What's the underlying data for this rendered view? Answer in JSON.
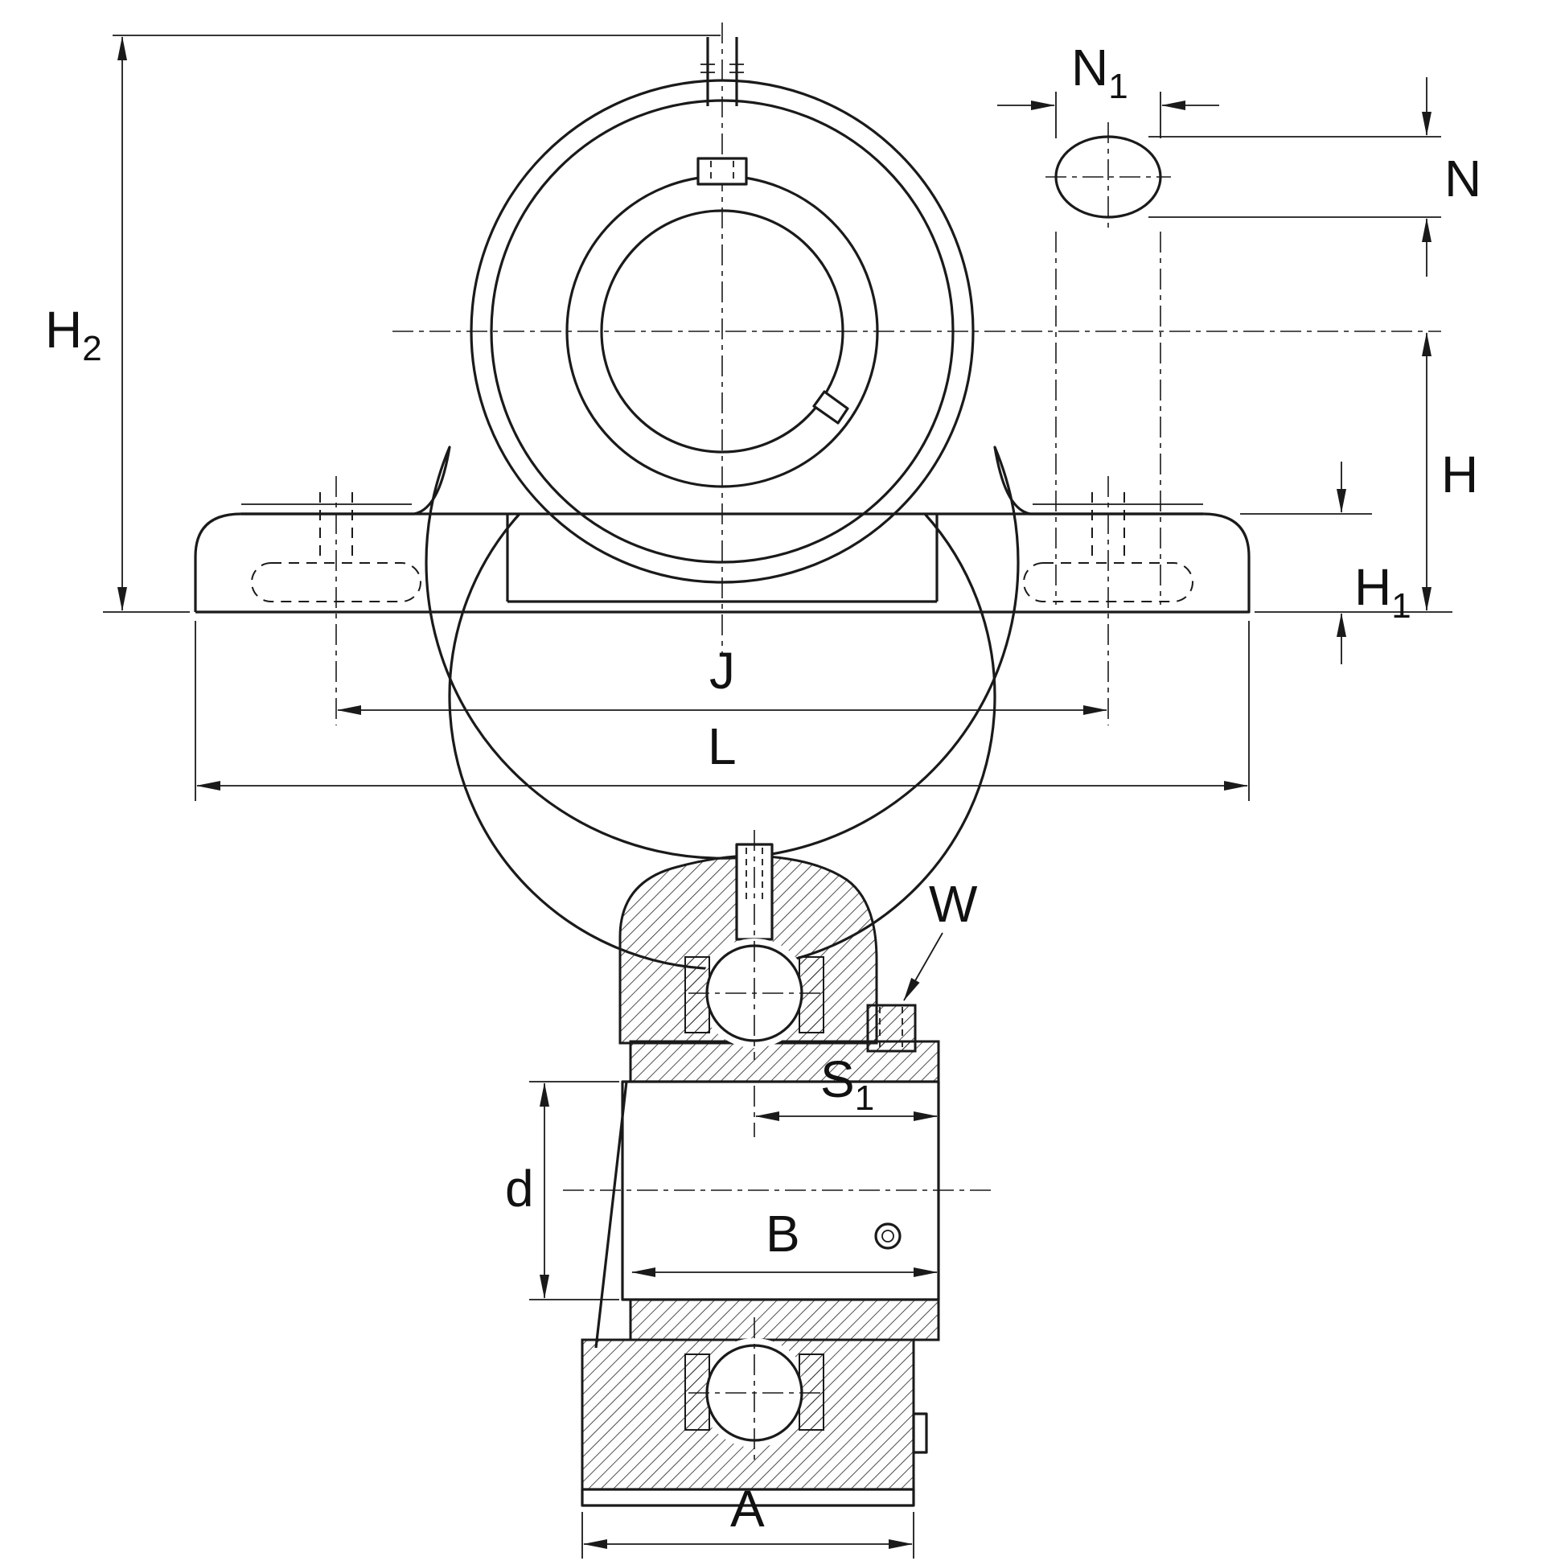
{
  "dimensions": {
    "h2": {
      "main": "H",
      "sub": "2"
    },
    "n1": {
      "main": "N",
      "sub": "1"
    },
    "n": {
      "main": "N",
      "sub": ""
    },
    "h": {
      "main": "H",
      "sub": ""
    },
    "h1": {
      "main": "H",
      "sub": "1"
    },
    "j": {
      "main": "J",
      "sub": ""
    },
    "l": {
      "main": "L",
      "sub": ""
    },
    "w": {
      "main": "W",
      "sub": ""
    },
    "s1": {
      "main": "S",
      "sub": "1"
    },
    "d": {
      "main": "d",
      "sub": ""
    },
    "b": {
      "main": "B",
      "sub": ""
    },
    "a": {
      "main": "A",
      "sub": ""
    }
  },
  "colors": {
    "line": "#1a1a1a",
    "background": "#ffffff"
  }
}
